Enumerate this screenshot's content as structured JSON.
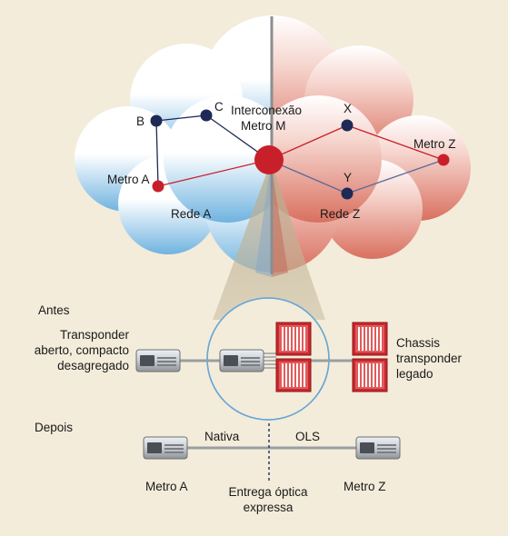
{
  "cloud": {
    "hub_label_line1": "Interconexão",
    "hub_label_line2": "Metro M",
    "network_a_label": "Rede A",
    "network_z_label": "Rede Z",
    "nodes": {
      "b": "B",
      "c": "C",
      "metro_a": "Metro A",
      "x": "X",
      "y": "Y",
      "metro_z": "Metro Z"
    }
  },
  "before": {
    "section_label": "Antes",
    "left_device_label_line1": "Transponder",
    "left_device_label_line2": "aberto, compacto",
    "left_device_label_line3": "desagregado",
    "right_device_label_line1": "Chassis",
    "right_device_label_line2": "transponder",
    "right_device_label_line3": "legado"
  },
  "after": {
    "section_label": "Depois",
    "native_label": "Nativa",
    "ols_label": "OLS",
    "left_endpoint_label": "Metro A",
    "right_endpoint_label": "Metro Z",
    "express_label_line1": "Entrega óptica",
    "express_label_line2": "expressa"
  },
  "colors": {
    "background": "#f3ecda",
    "network_a": "#6fb3e0",
    "network_z": "#e08070",
    "node_navy": "#1c2a55",
    "node_red": "#c8202a",
    "link_red": "#c8202a",
    "link_blue": "#5a6a9a"
  }
}
